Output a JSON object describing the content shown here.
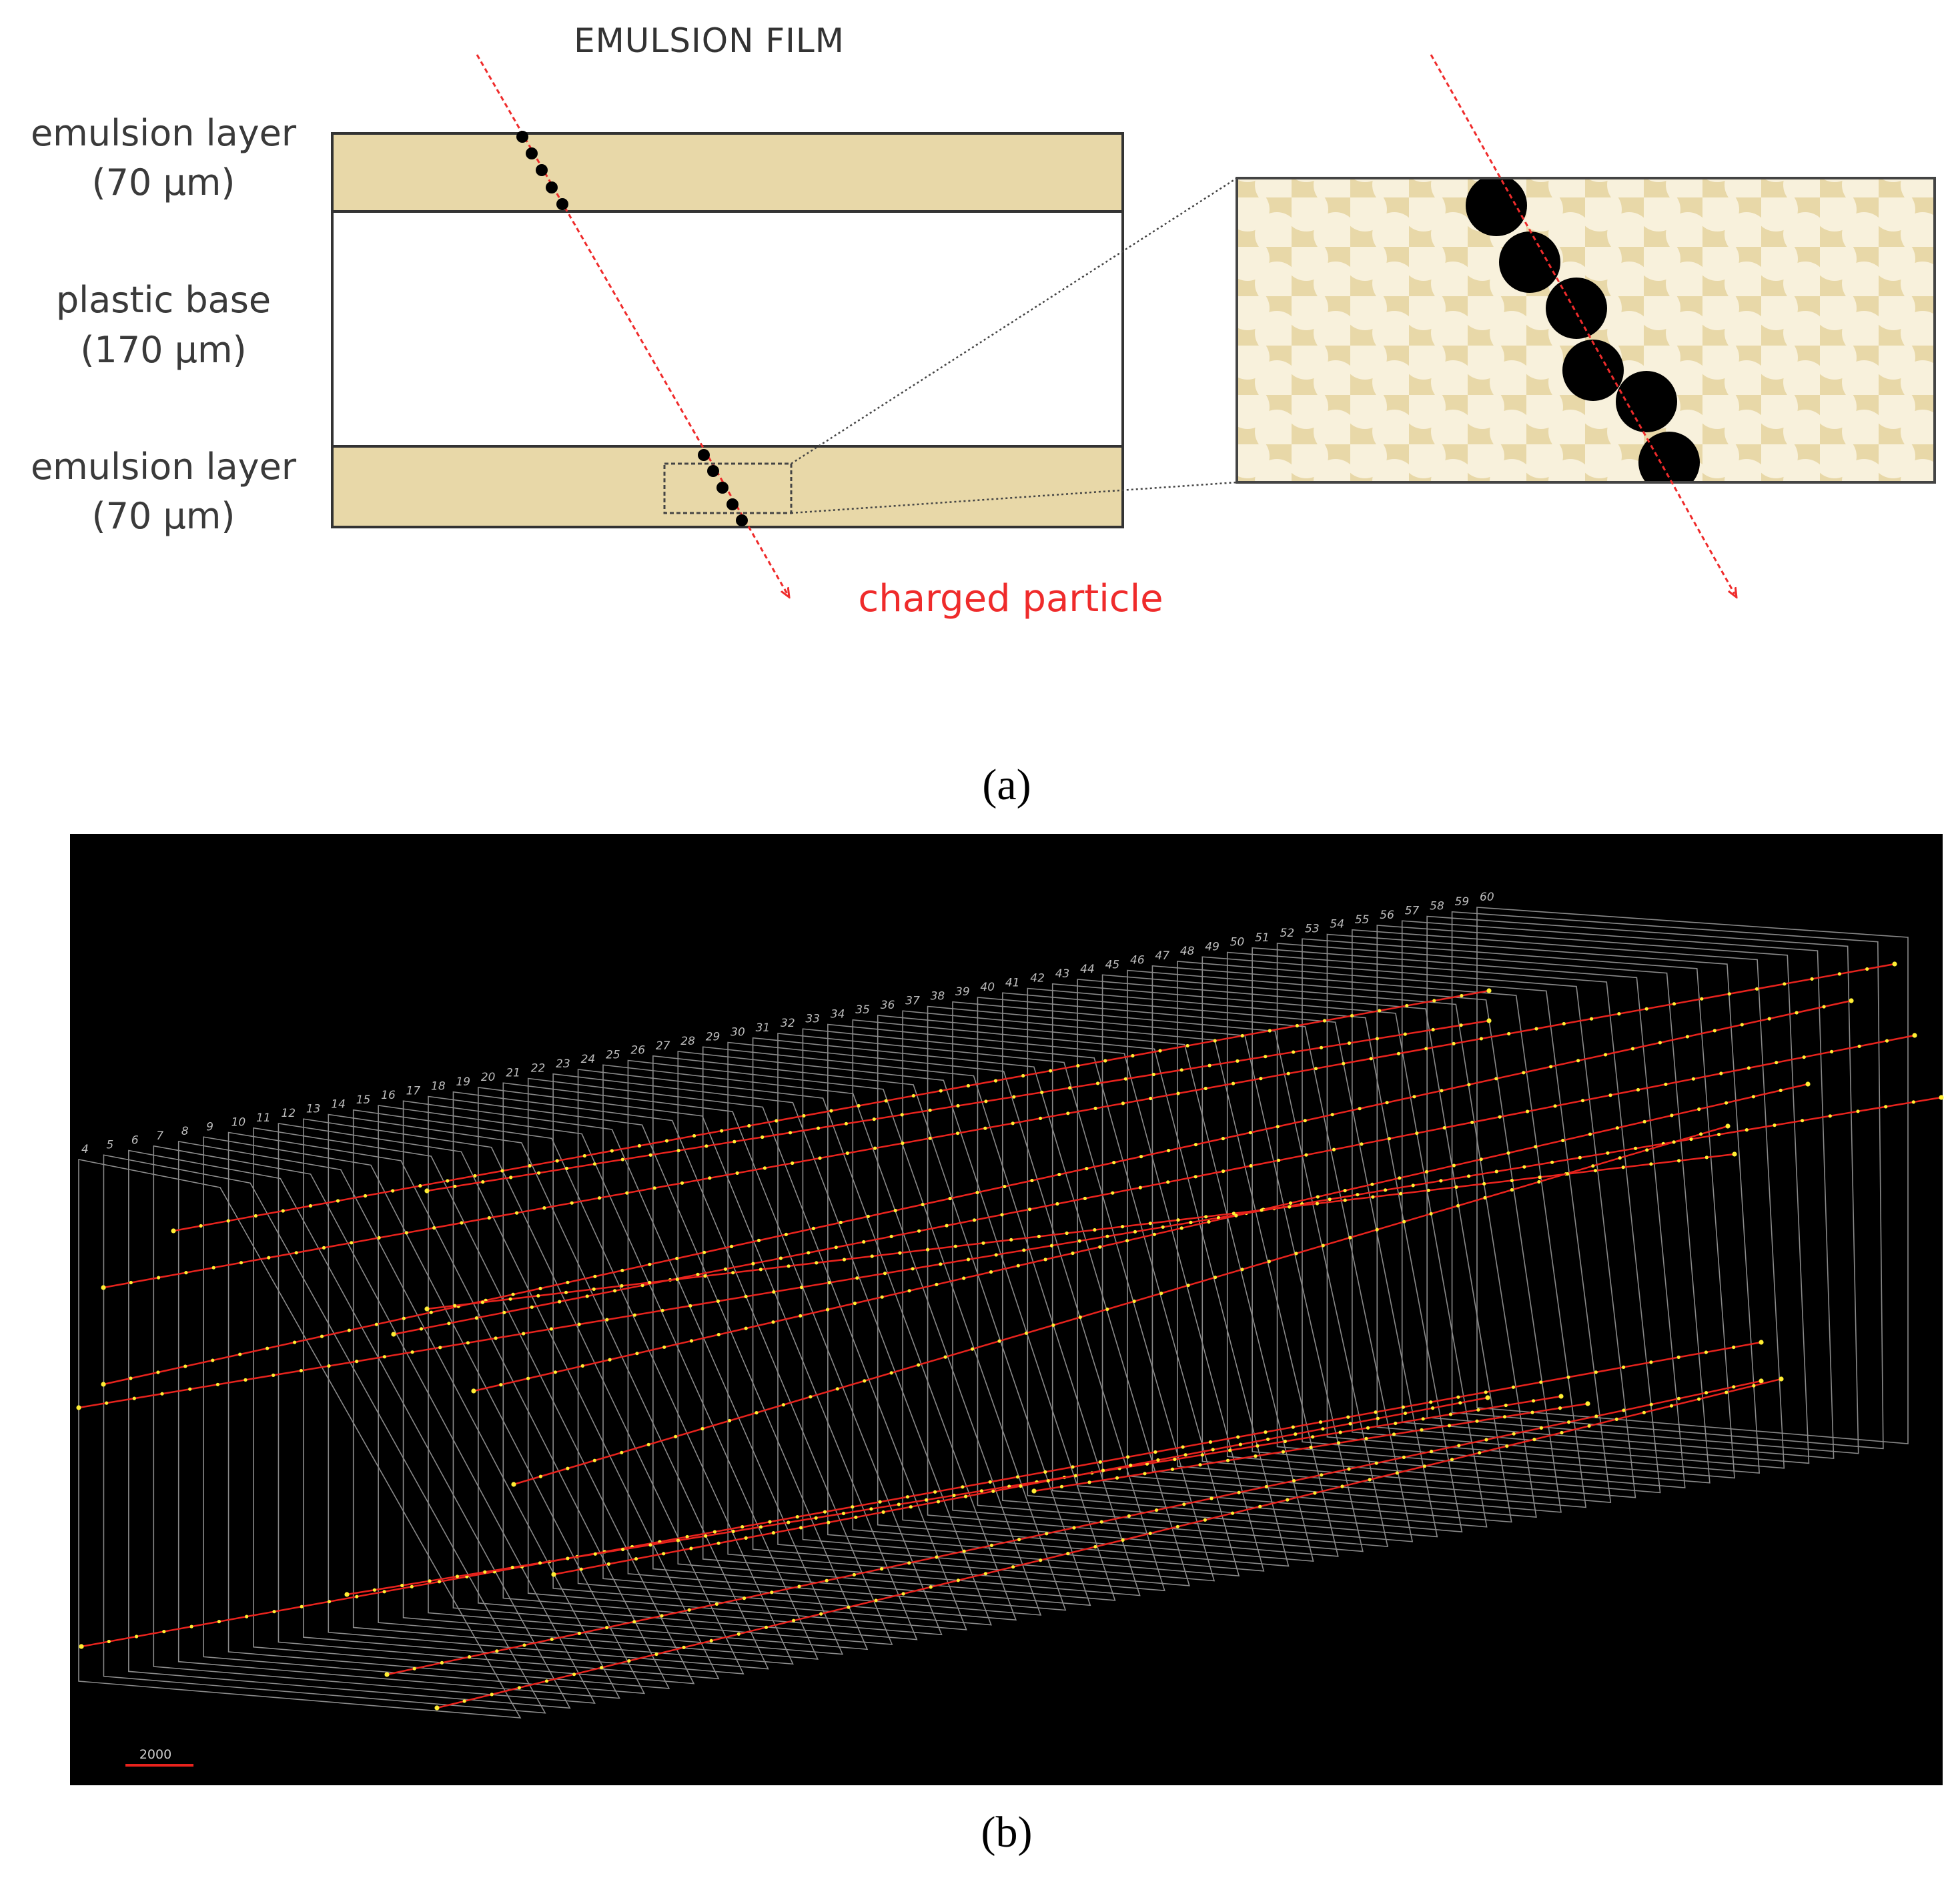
{
  "panel_a": {
    "title": "EMULSION FILM",
    "labels": {
      "top_layer": [
        "emulsion layer",
        "(70 µm)"
      ],
      "base": [
        "plastic base",
        "(170 µm)"
      ],
      "bottom_layer": [
        "emulsion layer",
        "(70 µm)"
      ]
    },
    "particle_label": "charged particle",
    "caption": "(a)",
    "colors": {
      "emulsion": "#e8d8a8",
      "grain": "#f8f1dc",
      "track": "#ef2b2b",
      "grain_hit": "#000000"
    }
  },
  "panel_b": {
    "plate_numbers": [
      "4",
      "5",
      "6",
      "7",
      "8",
      "9",
      "10",
      "11",
      "12",
      "13",
      "14",
      "15",
      "16",
      "17",
      "18",
      "19",
      "20",
      "21",
      "22",
      "23",
      "24",
      "25",
      "26",
      "27",
      "28",
      "29",
      "30",
      "31",
      "32",
      "33",
      "34",
      "35",
      "36",
      "37",
      "38",
      "39",
      "40",
      "41",
      "42",
      "43",
      "44",
      "45",
      "46",
      "47",
      "48",
      "49",
      "50",
      "51",
      "52",
      "53",
      "54",
      "55",
      "56",
      "57",
      "58",
      "59",
      "60"
    ],
    "scale_bar_label": "2000",
    "caption": "(b)",
    "colors": {
      "background": "#000000",
      "frame": "#8a8a8a",
      "track": "#e8231d",
      "hit": "#ffee33"
    }
  }
}
